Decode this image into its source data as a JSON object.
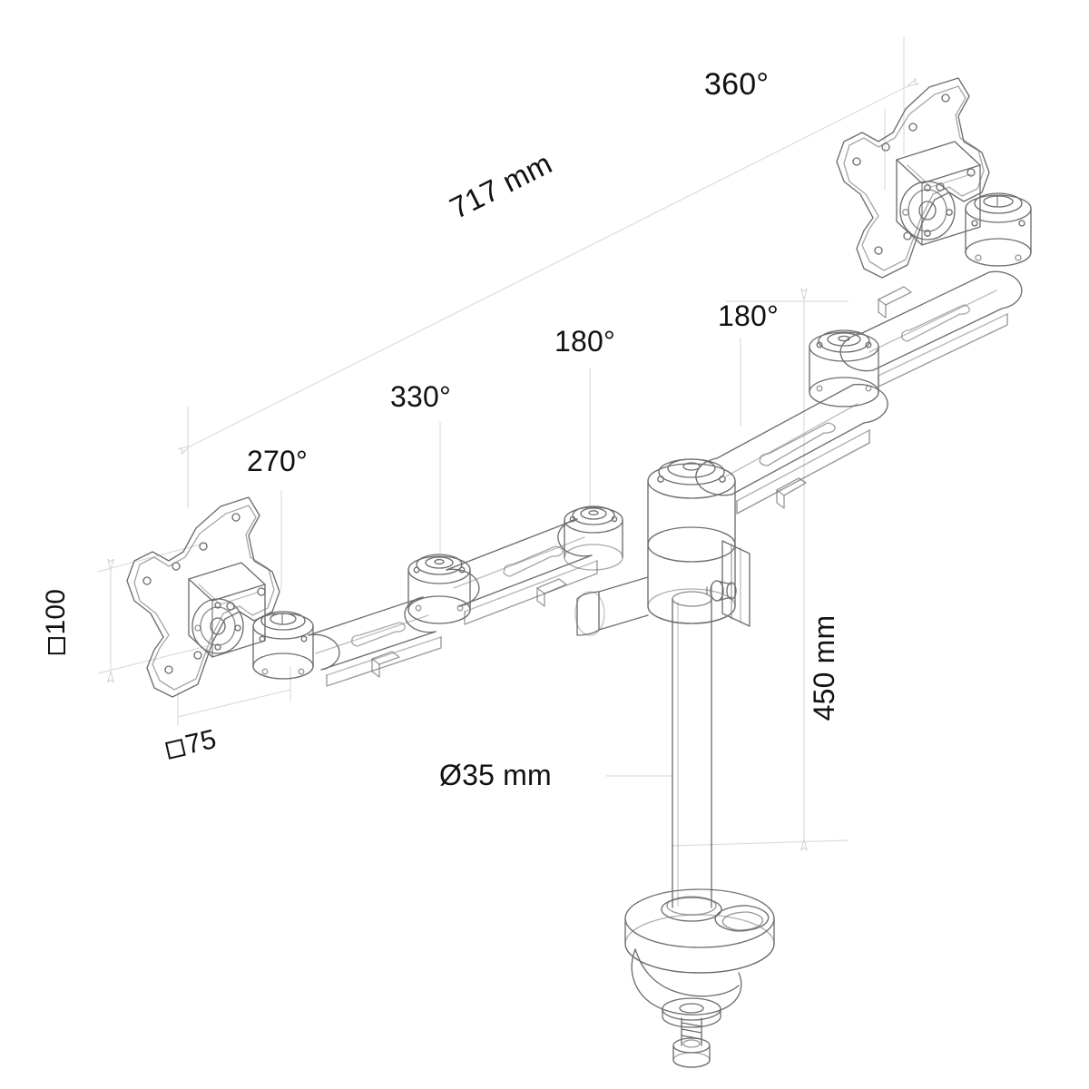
{
  "drawing": {
    "type": "technical-line-drawing",
    "subject": "dual monitor desk mount with articulating arms",
    "background_color": "#ffffff",
    "line_color": "#6b6b6b",
    "dimension_line_color": "#d8d8d8",
    "text_color": "#111111"
  },
  "annotations": {
    "reach": {
      "label": "717 mm",
      "kind": "linear-dimension",
      "orientation": "diagonal"
    },
    "height": {
      "label": "450 mm",
      "kind": "linear-dimension",
      "orientation": "vertical"
    },
    "pole_diameter": {
      "label": "Ø35 mm",
      "kind": "diameter-callout",
      "orientation": "horizontal"
    },
    "vesa_100": {
      "symbol": "□",
      "value": "100",
      "label": "□100",
      "kind": "vesa-pattern",
      "orientation": "vertical"
    },
    "vesa_75": {
      "symbol": "□",
      "value": "75",
      "label": "□75",
      "kind": "vesa-pattern",
      "orientation": "horizontal"
    },
    "rotation_top_head": {
      "label": "360°",
      "kind": "rotation-range"
    },
    "rotation_top_elbow": {
      "label": "180°",
      "kind": "rotation-range"
    },
    "rotation_mid_elbow": {
      "label": "180°",
      "kind": "rotation-range"
    },
    "rotation_lower_elbow": {
      "label": "330°",
      "kind": "rotation-range"
    },
    "rotation_lower_head": {
      "label": "270°",
      "kind": "rotation-range"
    }
  }
}
